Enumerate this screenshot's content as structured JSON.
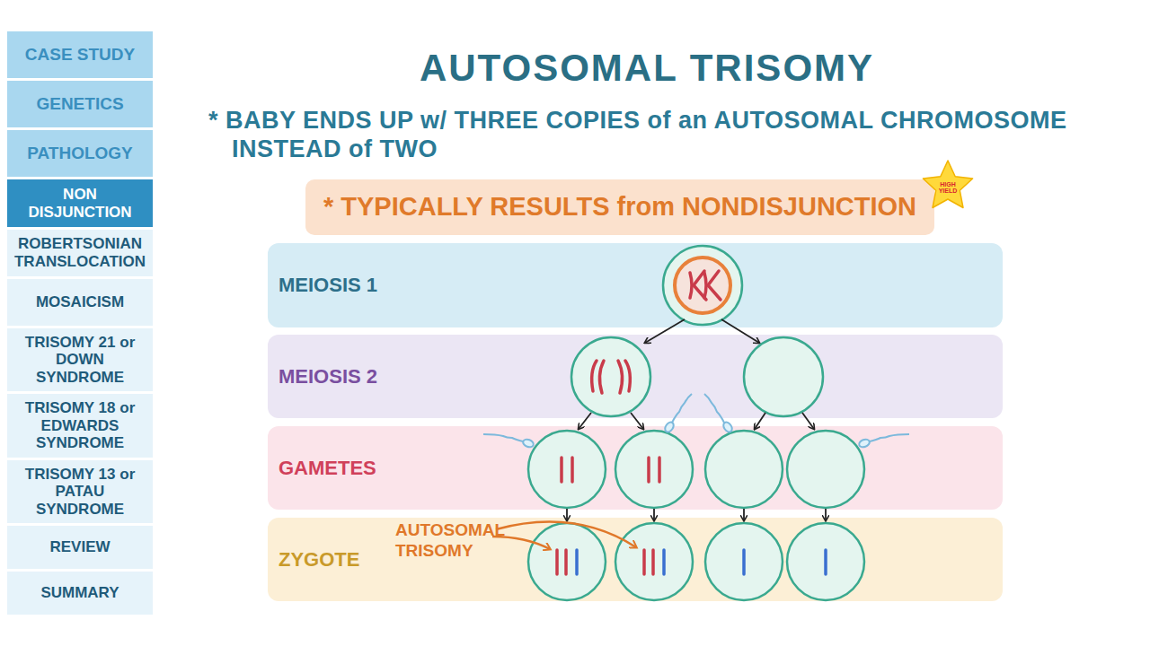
{
  "diagram": {
    "title": "AUTOSOMAL TRISOMY",
    "nodes": [
      {
        "text": [
          "CASE STUDY"
        ]
      },
      {
        "text": [
          "GENETICS"
        ]
      },
      {
        "text": [
          "PATHOLOGY"
        ]
      },
      {
        "text": [
          "NON DISJUNCTION"
        ]
      },
      {
        "text": [
          "ROBERTSONIAN TRANSLOCATION"
        ]
      },
      {
        "text": [
          "MOSAICISM"
        ]
      },
      {
        "text": [
          "TRISOMY 21 or DOWN SYNDROME"
        ]
      },
      {
        "text": [
          "TRISOMY 18 or EDWARDS SYNDROME"
        ]
      },
      {
        "text": [
          "TRISOMY 13 or PATAU SYNDROME"
        ]
      },
      {
        "text": [
          "REVIEW"
        ]
      },
      {
        "text": [
          "SUMMARY"
        ]
      },
      {
        "text": [
          "* TYPICALLY RESULTS from NONDISJUNCTION"
        ]
      },
      {
        "text": [
          "HIGH YIELD"
        ]
      },
      {
        "text": [
          "MEIOSIS 1"
        ]
      },
      {
        "text": [
          "MEIOSIS 2"
        ]
      },
      {
        "text": [
          "GAMETES"
        ]
      },
      {
        "text": [
          "ZYGOTE"
        ]
      }
    ],
    "labels": [
      "* BABY ENDS UP w/ THREE COPIES of an AUTOSOMAL CHROMOSOME INSTEAD of TWO",
      "AUTOSOMAL TRISOMY"
    ]
  }
}
